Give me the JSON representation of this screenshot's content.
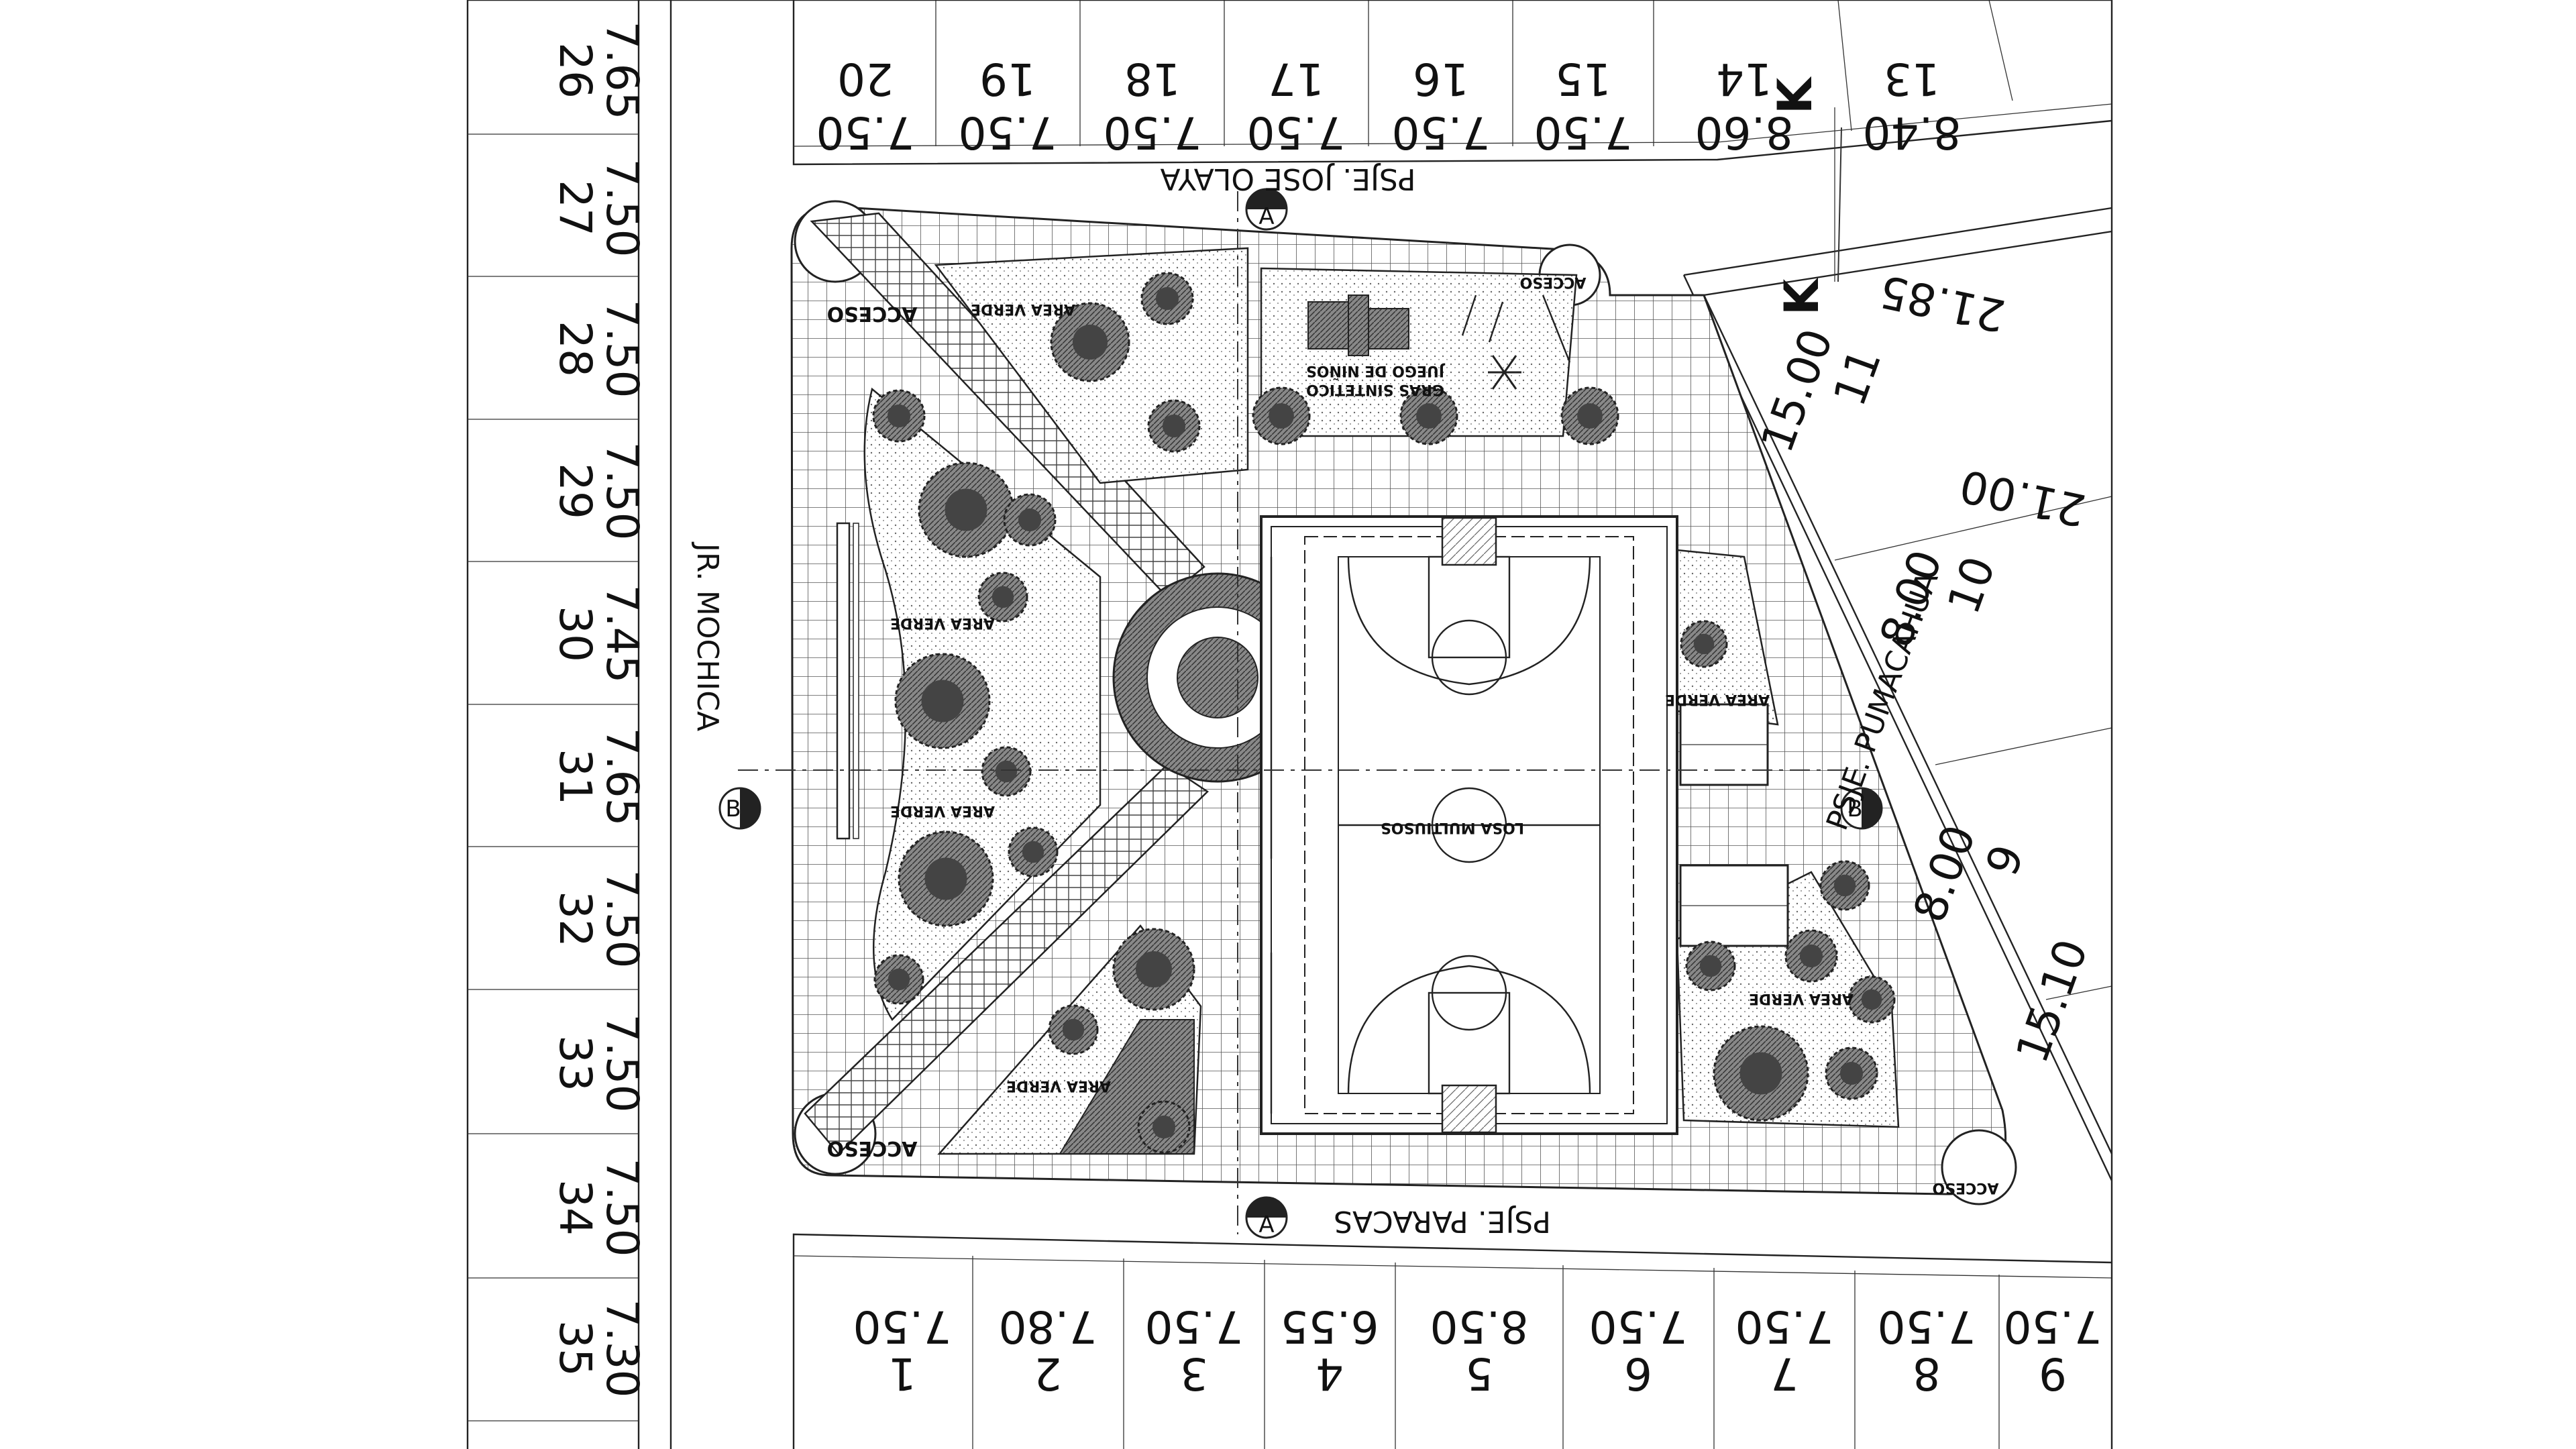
{
  "streets": {
    "top": "PSJE. JOSE OLAYA",
    "bottom": "PSJE. PARACAS",
    "left": "JR. MOCHICA",
    "right": "PSJE. PUMACAHUA"
  },
  "lots_left": [
    {
      "number": "26",
      "width": "7.65"
    },
    {
      "number": "27",
      "width": "7.50"
    },
    {
      "number": "28",
      "width": "7.50"
    },
    {
      "number": "29",
      "width": "7.50"
    },
    {
      "number": "30",
      "width": "7.45"
    },
    {
      "number": "31",
      "width": "7.65"
    },
    {
      "number": "32",
      "width": "7.50"
    },
    {
      "number": "33",
      "width": "7.50"
    },
    {
      "number": "34",
      "width": "7.50"
    },
    {
      "number": "35",
      "width": "7.30"
    }
  ],
  "lots_top": [
    {
      "number": "20",
      "width": "7.50"
    },
    {
      "number": "19",
      "width": "7.50"
    },
    {
      "number": "18",
      "width": "7.50"
    },
    {
      "number": "17",
      "width": "7.50"
    },
    {
      "number": "16",
      "width": "7.50"
    },
    {
      "number": "15",
      "width": "7.50"
    },
    {
      "number": "14",
      "width": "8.60"
    },
    {
      "number": "13",
      "width": "8.40"
    }
  ],
  "lots_bottom": [
    {
      "number": "1",
      "width": "7.50"
    },
    {
      "number": "2",
      "width": "7.80"
    },
    {
      "number": "3",
      "width": "7.50"
    },
    {
      "number": "4",
      "width": "6.55"
    },
    {
      "number": "5",
      "width": "8.50"
    },
    {
      "number": "6",
      "width": "7.50"
    },
    {
      "number": "7",
      "width": "7.50"
    },
    {
      "number": "8",
      "width": "7.50"
    },
    {
      "number": "9",
      "width": "7.50"
    }
  ],
  "lots_right": [
    {
      "number": "11",
      "width": "15.00"
    },
    {
      "number": "10",
      "width": "8.00"
    },
    {
      "number": "9",
      "width": "8.00"
    }
  ],
  "right_dims": [
    "21.85",
    "21.00",
    "15.10"
  ],
  "section_markers": {
    "a": "A",
    "b": "B",
    "k": "K"
  },
  "labels": {
    "acceso": "ACCESO",
    "area_verde": "AREA VERDE",
    "losa": "LOSA MULTIUSOS",
    "juego": "JUEGO DE NIÑOS",
    "gras": "GRAS SINTETICO"
  },
  "colors": {
    "ink": "#222222",
    "paper": "#ffffff",
    "hatch": "#555555"
  }
}
